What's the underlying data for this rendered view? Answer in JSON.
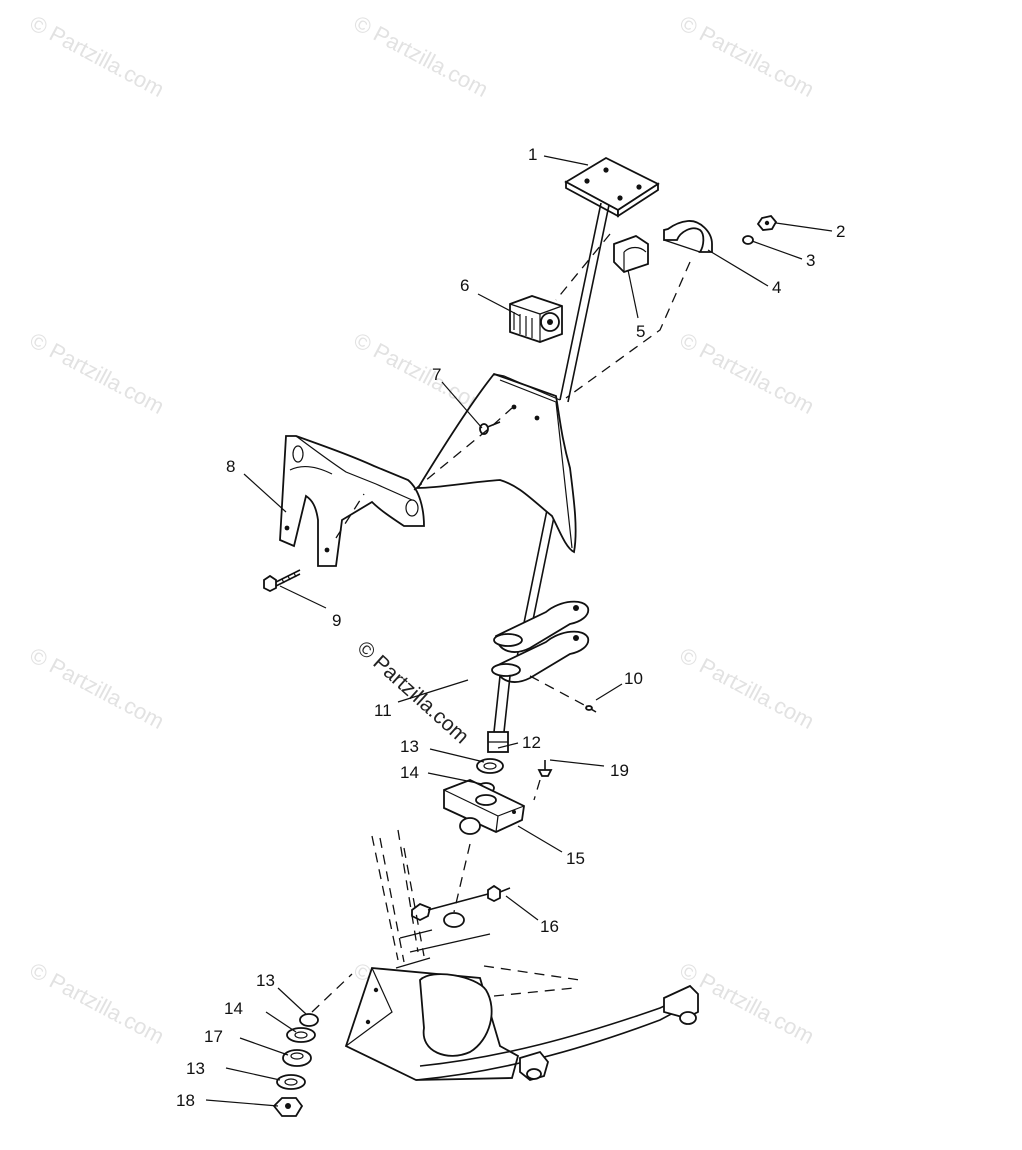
{
  "watermark": {
    "text": "© Partzilla.com",
    "center_text": "© Partzilla.com"
  },
  "callouts": [
    "1",
    "2",
    "3",
    "4",
    "5",
    "6",
    "7",
    "8",
    "9",
    "10",
    "11",
    "12",
    "13",
    "14",
    "15",
    "16",
    "13",
    "14",
    "17",
    "13",
    "18",
    "19"
  ],
  "colors": {
    "line": "#111111",
    "background": "#ffffff",
    "watermark": "#e2e2e2"
  }
}
